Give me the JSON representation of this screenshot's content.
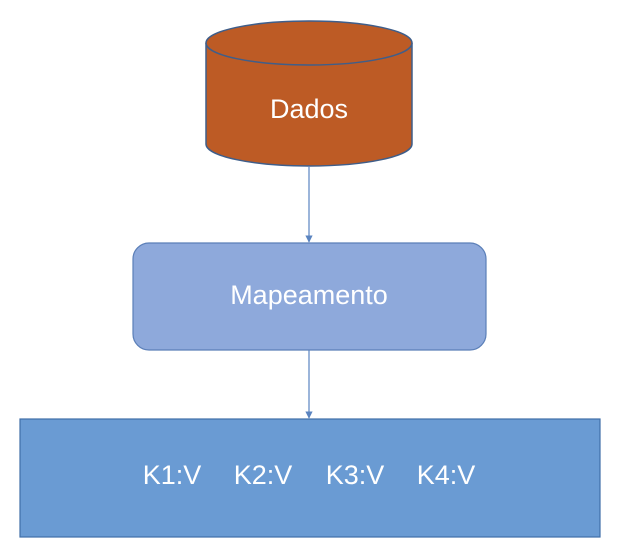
{
  "nodes": {
    "database": {
      "label": "Dados"
    },
    "process": {
      "label": "Mapeamento"
    },
    "output": {
      "pairs": [
        "K1:V",
        "K2:V",
        "K3:V",
        "K4:V"
      ]
    }
  },
  "colors": {
    "database_fill": "#BD5B25",
    "database_stroke": "#3F5E8A",
    "process_fill": "#8EA9DB",
    "process_stroke": "#5B7FB8",
    "output_fill": "#6A9BD3",
    "output_stroke": "#3F6FA8",
    "arrow": "#5B84C0"
  }
}
